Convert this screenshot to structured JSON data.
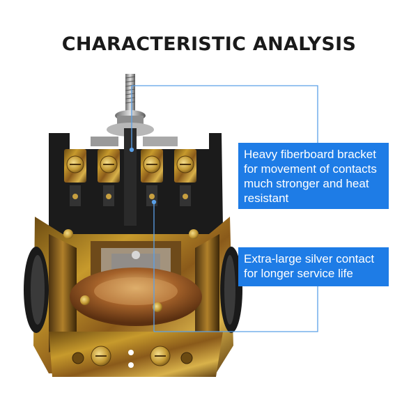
{
  "title": "CHARACTERISTIC ANALYSIS",
  "callouts": [
    {
      "lines": [
        "Heavy fiberboard bracket",
        "for movement of contacts",
        "much stronger and heat",
        "resistant"
      ]
    },
    {
      "lines": [
        "Extra-large silver contact",
        "for longer service life"
      ]
    }
  ],
  "colors": {
    "callout_bg": "#1e7ce6",
    "leader_line": "#5aa0e8",
    "title": "#1a1a1a"
  }
}
